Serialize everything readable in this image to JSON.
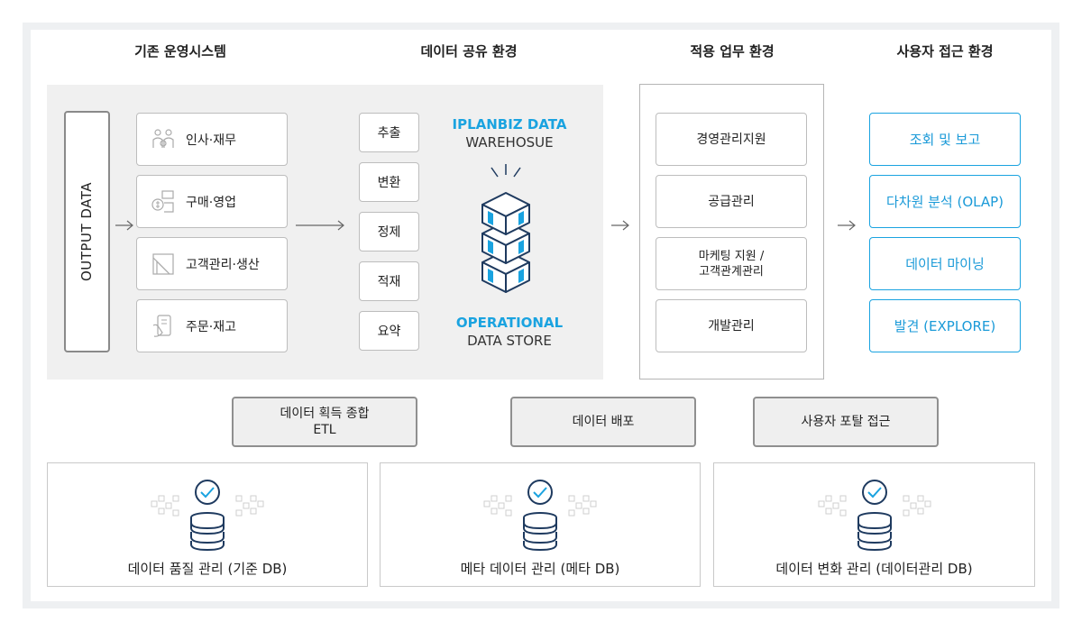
{
  "headers": {
    "legacy": "기존 운영시스템",
    "sharing": "데이터 공유 환경",
    "business": "적용 업무 환경",
    "user": "사용자 접근 환경"
  },
  "output_data": "OUTPUT DATA",
  "sources": [
    {
      "label": "인사·재무",
      "icon": "people-icon"
    },
    {
      "label": "구매·영업",
      "icon": "coins-icon"
    },
    {
      "label": "고객관리·생산",
      "icon": "chart-icon"
    },
    {
      "label": "주문·재고",
      "icon": "order-icon"
    }
  ],
  "etl_steps": [
    "추출",
    "변환",
    "정제",
    "적재",
    "요약"
  ],
  "warehouse": {
    "line1": "IPLANBIZ DATA",
    "line2": "WAREHOSUE"
  },
  "ods": {
    "line1": "OPERATIONAL",
    "line2": "DATA STORE"
  },
  "business_apps": [
    {
      "line1": "경영관리지원",
      "line2": ""
    },
    {
      "line1": "공급관리",
      "line2": ""
    },
    {
      "line1": "마케팅 지원 /",
      "line2": "고객관계관리"
    },
    {
      "line1": "개발관리",
      "line2": ""
    }
  ],
  "user_access": [
    "조회 및 보고",
    "다차원 분석 (OLAP)",
    "데이터 마이닝",
    "발견 (EXPLORE)"
  ],
  "middle": [
    {
      "line1": "데이터 획득 종합",
      "line2": "ETL"
    },
    {
      "line1": "데이터 배포",
      "line2": ""
    },
    {
      "line1": "사용자 포탈 접근",
      "line2": ""
    }
  ],
  "databases": [
    {
      "caption": "데이터 품질 관리 (기준 DB)"
    },
    {
      "caption": "메타 데이터 관리 (메타 DB)"
    },
    {
      "caption": "데이터 변화 관리 (데이터관리 DB)"
    }
  ],
  "colors": {
    "accent": "#1aa3e0",
    "border": "#bdbdbd",
    "panel": "#f0f0f0",
    "cube": "#1e3a5f"
  }
}
